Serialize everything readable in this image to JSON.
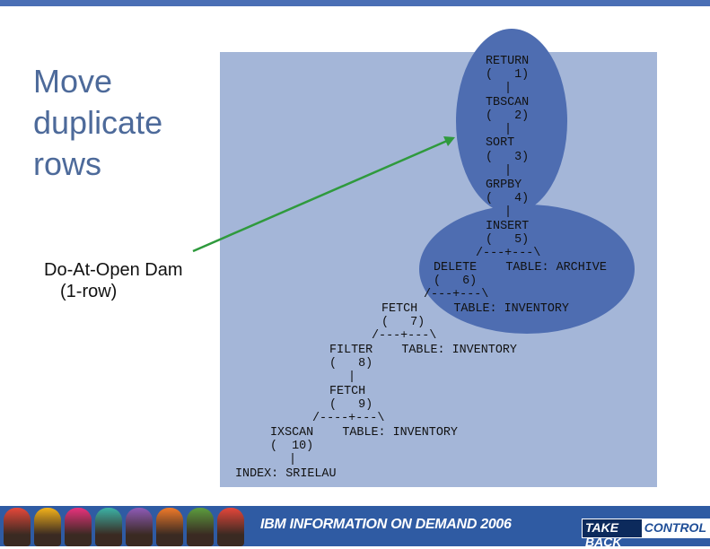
{
  "slide": {
    "title_lines": [
      "Move",
      "duplicate",
      "rows"
    ],
    "callout_lines": [
      "Do-At-Open Dam",
      "(1-row)"
    ]
  },
  "plan": {
    "lines": [
      "RETURN",
      "(   1)",
      "|",
      "TBSCAN",
      "(   2)",
      "|",
      "SORT",
      "(   3)",
      "|",
      "GRPBY",
      "(   4)",
      "|",
      "INSERT",
      "(   5)",
      "/---+---\\",
      "DELETE    TABLE: ARCHIVE",
      "(   6)",
      "/---+---\\",
      "FETCH     TABLE: INVENTORY",
      "(   7)",
      "/---+---\\",
      "FILTER    TABLE: INVENTORY",
      "(   8)",
      "|",
      "FETCH",
      "(   9)",
      "/----+---\\",
      "IXSCAN    TABLE: INVENTORY",
      "(  10)",
      "|",
      "INDEX: SRIELAU"
    ],
    "colors": {
      "panel": "#a4b6d8",
      "highlight": "#4e6db1",
      "arrow": "#2f9a3d"
    }
  },
  "footer": {
    "title": "IBM INFORMATION ON DEMAND 2006",
    "brand_part1": "TAKE BACK",
    "brand_part2": "CONTROL",
    "photo_colors": [
      "#e6483a",
      "#f3b21a",
      "#e9327c",
      "#3bb3a6",
      "#8e5bb8",
      "#f07a2a",
      "#5c9d3e",
      "#e5463a"
    ]
  }
}
